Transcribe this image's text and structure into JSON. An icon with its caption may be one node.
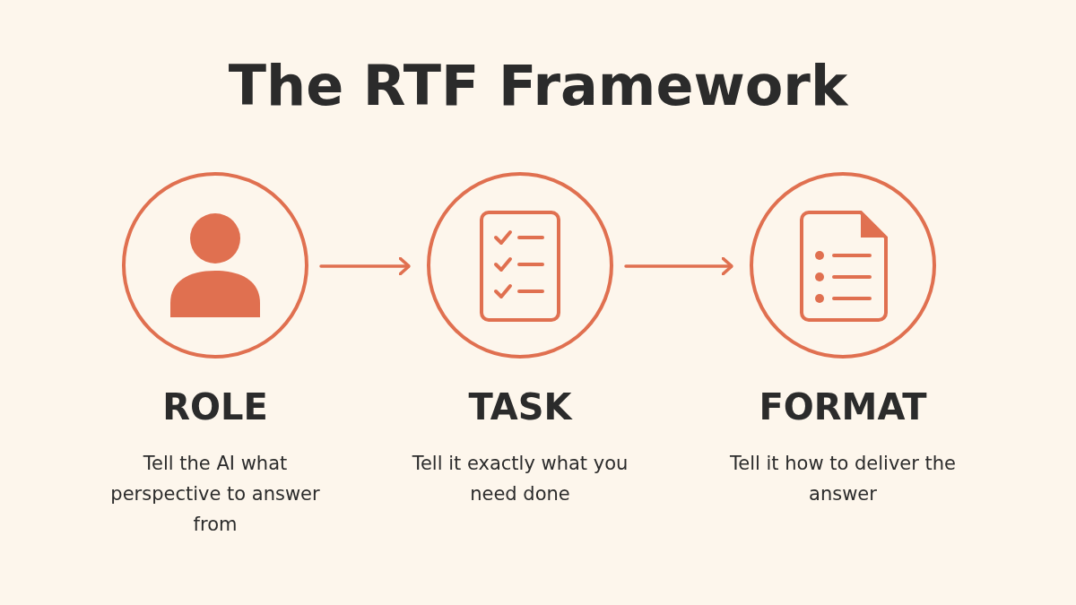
{
  "diagram": {
    "title": "The RTF Framework",
    "nodes": [
      {
        "text": [
          "ROLE",
          "Tell the AI what perspective to answer from"
        ]
      },
      {
        "text": [
          "TASK",
          "Tell it exactly what you need done"
        ]
      },
      {
        "text": [
          "FORMAT",
          "Tell it how to deliver the answer"
        ]
      }
    ],
    "edges": [
      {
        "from": 0,
        "to": 1,
        "arrow": "to"
      },
      {
        "from": 1,
        "to": 2,
        "arrow": "to"
      }
    ]
  }
}
